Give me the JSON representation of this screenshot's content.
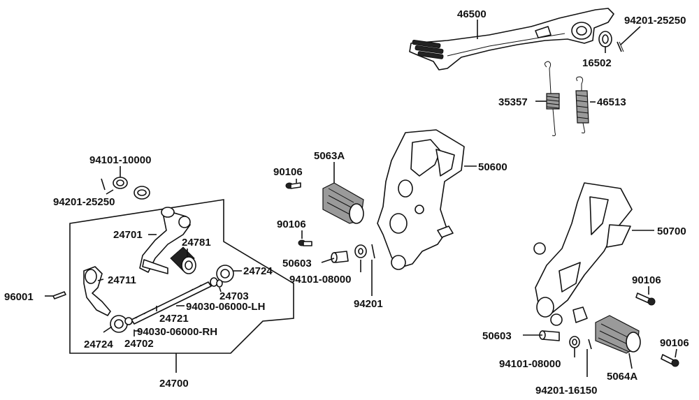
{
  "labels": {
    "l46500": "46500",
    "l94201_25250_top": "94201-25250",
    "l16502": "16502",
    "l35357": "35357",
    "l46513": "46513",
    "l94101_10000": "94101-10000",
    "l94201_25250_left": "94201-25250",
    "l90106_a": "90106",
    "l5063A": "5063A",
    "l50600": "50600",
    "l90106_b": "90106",
    "l50603_a": "50603",
    "l94101_08000_a": "94101-08000",
    "l94201": "94201",
    "l24701": "24701",
    "l24781": "24781",
    "l24711": "24711",
    "l24724_a": "24724",
    "l24703": "24703",
    "l94030_06000_LH": "94030-06000-LH",
    "l24721": "24721",
    "l94030_06000_RH": "94030-06000-RH",
    "l24724_b": "24724",
    "l24702": "24702",
    "l96001": "96001",
    "l24700": "24700",
    "l50700": "50700",
    "l90106_c": "90106",
    "l50603_b": "50603",
    "l90106_d": "90106",
    "l94101_08000_b": "94101-08000",
    "l5064A": "5064A",
    "l94201_16150": "94201-16150"
  }
}
